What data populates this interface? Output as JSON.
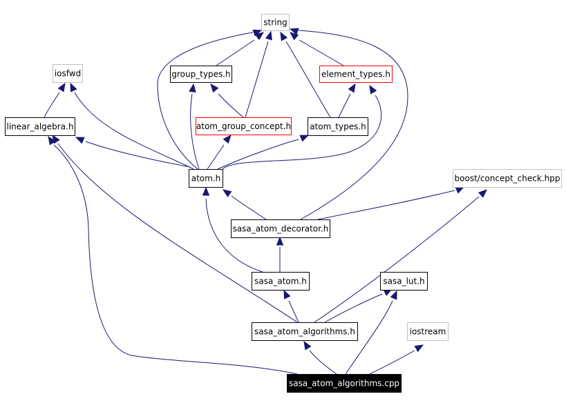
{
  "colors": {
    "edge": "#191970",
    "border_default": "#000000",
    "border_external": "#bfbfbf",
    "border_highlight": "#ff0000",
    "root_fill": "#000000",
    "root_text": "#ffffff"
  },
  "nodes": [
    {
      "id": "string",
      "label": "string",
      "style": "external"
    },
    {
      "id": "iosfwd",
      "label": "iosfwd",
      "style": "external"
    },
    {
      "id": "group_types",
      "label": "group_types.h",
      "style": "default"
    },
    {
      "id": "element_types",
      "label": "element_types.h",
      "style": "highlight"
    },
    {
      "id": "linear_algebra",
      "label": "linear_algebra.h",
      "style": "default"
    },
    {
      "id": "atom_group_concept",
      "label": "atom_group_concept.h",
      "style": "highlight"
    },
    {
      "id": "atom_types",
      "label": "atom_types.h",
      "style": "default"
    },
    {
      "id": "atom",
      "label": "atom.h",
      "style": "default"
    },
    {
      "id": "boost_concept_check",
      "label": "boost/concept_check.hpp",
      "style": "external"
    },
    {
      "id": "sasa_atom_decorator",
      "label": "sasa_atom_decorator.h",
      "style": "default"
    },
    {
      "id": "sasa_atom",
      "label": "sasa_atom.h",
      "style": "default"
    },
    {
      "id": "sasa_lut",
      "label": "sasa_lut.h",
      "style": "default"
    },
    {
      "id": "sasa_atom_algorithms_h",
      "label": "sasa_atom_algorithms.h",
      "style": "default"
    },
    {
      "id": "iostream",
      "label": "iostream",
      "style": "external"
    },
    {
      "id": "sasa_atom_algorithms_cpp",
      "label": "sasa_atom_algorithms.cpp",
      "style": "root"
    }
  ],
  "edges": [
    {
      "from": "group_types",
      "to": "string"
    },
    {
      "from": "element_types",
      "to": "string"
    },
    {
      "from": "atom_group_concept",
      "to": "string"
    },
    {
      "from": "atom_group_concept",
      "to": "group_types"
    },
    {
      "from": "atom_types",
      "to": "string"
    },
    {
      "from": "atom_types",
      "to": "element_types"
    },
    {
      "from": "linear_algebra",
      "to": "iosfwd"
    },
    {
      "from": "atom",
      "to": "string"
    },
    {
      "from": "atom",
      "to": "iosfwd"
    },
    {
      "from": "atom",
      "to": "linear_algebra"
    },
    {
      "from": "atom",
      "to": "group_types"
    },
    {
      "from": "atom",
      "to": "atom_group_concept"
    },
    {
      "from": "atom",
      "to": "atom_types"
    },
    {
      "from": "atom",
      "to": "element_types"
    },
    {
      "from": "sasa_atom_decorator",
      "to": "atom"
    },
    {
      "from": "sasa_atom_decorator",
      "to": "string"
    },
    {
      "from": "sasa_atom_decorator",
      "to": "boost_concept_check"
    },
    {
      "from": "sasa_atom",
      "to": "sasa_atom_decorator"
    },
    {
      "from": "sasa_atom",
      "to": "atom"
    },
    {
      "from": "sasa_atom_algorithms_h",
      "to": "sasa_atom"
    },
    {
      "from": "sasa_atom_algorithms_h",
      "to": "sasa_lut"
    },
    {
      "from": "sasa_atom_algorithms_h",
      "to": "boost_concept_check"
    },
    {
      "from": "sasa_atom_algorithms_h",
      "to": "linear_algebra"
    },
    {
      "from": "sasa_atom_algorithms_cpp",
      "to": "sasa_atom_algorithms_h"
    },
    {
      "from": "sasa_atom_algorithms_cpp",
      "to": "sasa_lut"
    },
    {
      "from": "sasa_atom_algorithms_cpp",
      "to": "iostream"
    },
    {
      "from": "sasa_atom_algorithms_cpp",
      "to": "linear_algebra"
    }
  ]
}
